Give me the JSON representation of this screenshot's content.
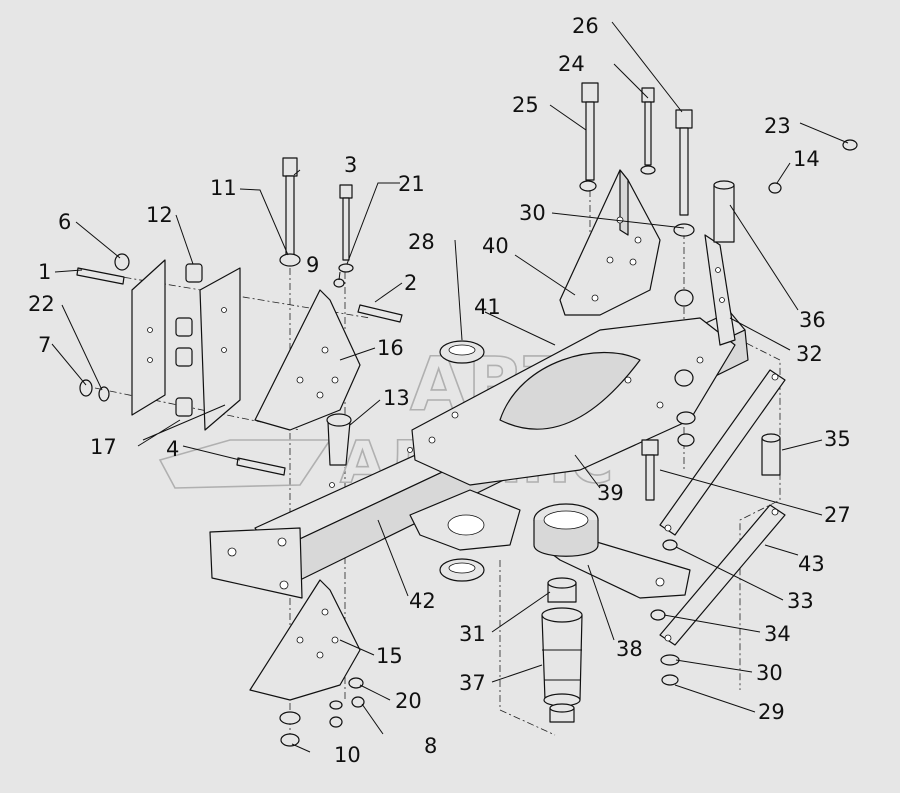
{
  "watermark": {
    "line1": "АВТО",
    "line2": "АЛЬЯНС"
  },
  "callouts": [
    {
      "id": "c1",
      "text": "1"
    },
    {
      "id": "c2",
      "text": "2"
    },
    {
      "id": "c3",
      "text": "3"
    },
    {
      "id": "c4",
      "text": "4"
    },
    {
      "id": "c6",
      "text": "6"
    },
    {
      "id": "c7",
      "text": "7"
    },
    {
      "id": "c8",
      "text": "8"
    },
    {
      "id": "c9",
      "text": "9"
    },
    {
      "id": "c10",
      "text": "10"
    },
    {
      "id": "c11",
      "text": "11"
    },
    {
      "id": "c12",
      "text": "12"
    },
    {
      "id": "c13",
      "text": "13"
    },
    {
      "id": "c14",
      "text": "14"
    },
    {
      "id": "c15",
      "text": "15"
    },
    {
      "id": "c16",
      "text": "16"
    },
    {
      "id": "c17",
      "text": "17"
    },
    {
      "id": "c20",
      "text": "20"
    },
    {
      "id": "c21",
      "text": "21"
    },
    {
      "id": "c22",
      "text": "22"
    },
    {
      "id": "c23",
      "text": "23"
    },
    {
      "id": "c24",
      "text": "24"
    },
    {
      "id": "c25",
      "text": "25"
    },
    {
      "id": "c26",
      "text": "26"
    },
    {
      "id": "c27",
      "text": "27"
    },
    {
      "id": "c28",
      "text": "28"
    },
    {
      "id": "c29",
      "text": "29"
    },
    {
      "id": "c30a",
      "text": "30"
    },
    {
      "id": "c30b",
      "text": "30"
    },
    {
      "id": "c31",
      "text": "31"
    },
    {
      "id": "c32",
      "text": "32"
    },
    {
      "id": "c33",
      "text": "33"
    },
    {
      "id": "c34",
      "text": "34"
    },
    {
      "id": "c35",
      "text": "35"
    },
    {
      "id": "c36",
      "text": "36"
    },
    {
      "id": "c37",
      "text": "37"
    },
    {
      "id": "c38",
      "text": "38"
    },
    {
      "id": "c39",
      "text": "39"
    },
    {
      "id": "c40",
      "text": "40"
    },
    {
      "id": "c41",
      "text": "41"
    },
    {
      "id": "c42",
      "text": "42"
    },
    {
      "id": "c43",
      "text": "43"
    }
  ]
}
